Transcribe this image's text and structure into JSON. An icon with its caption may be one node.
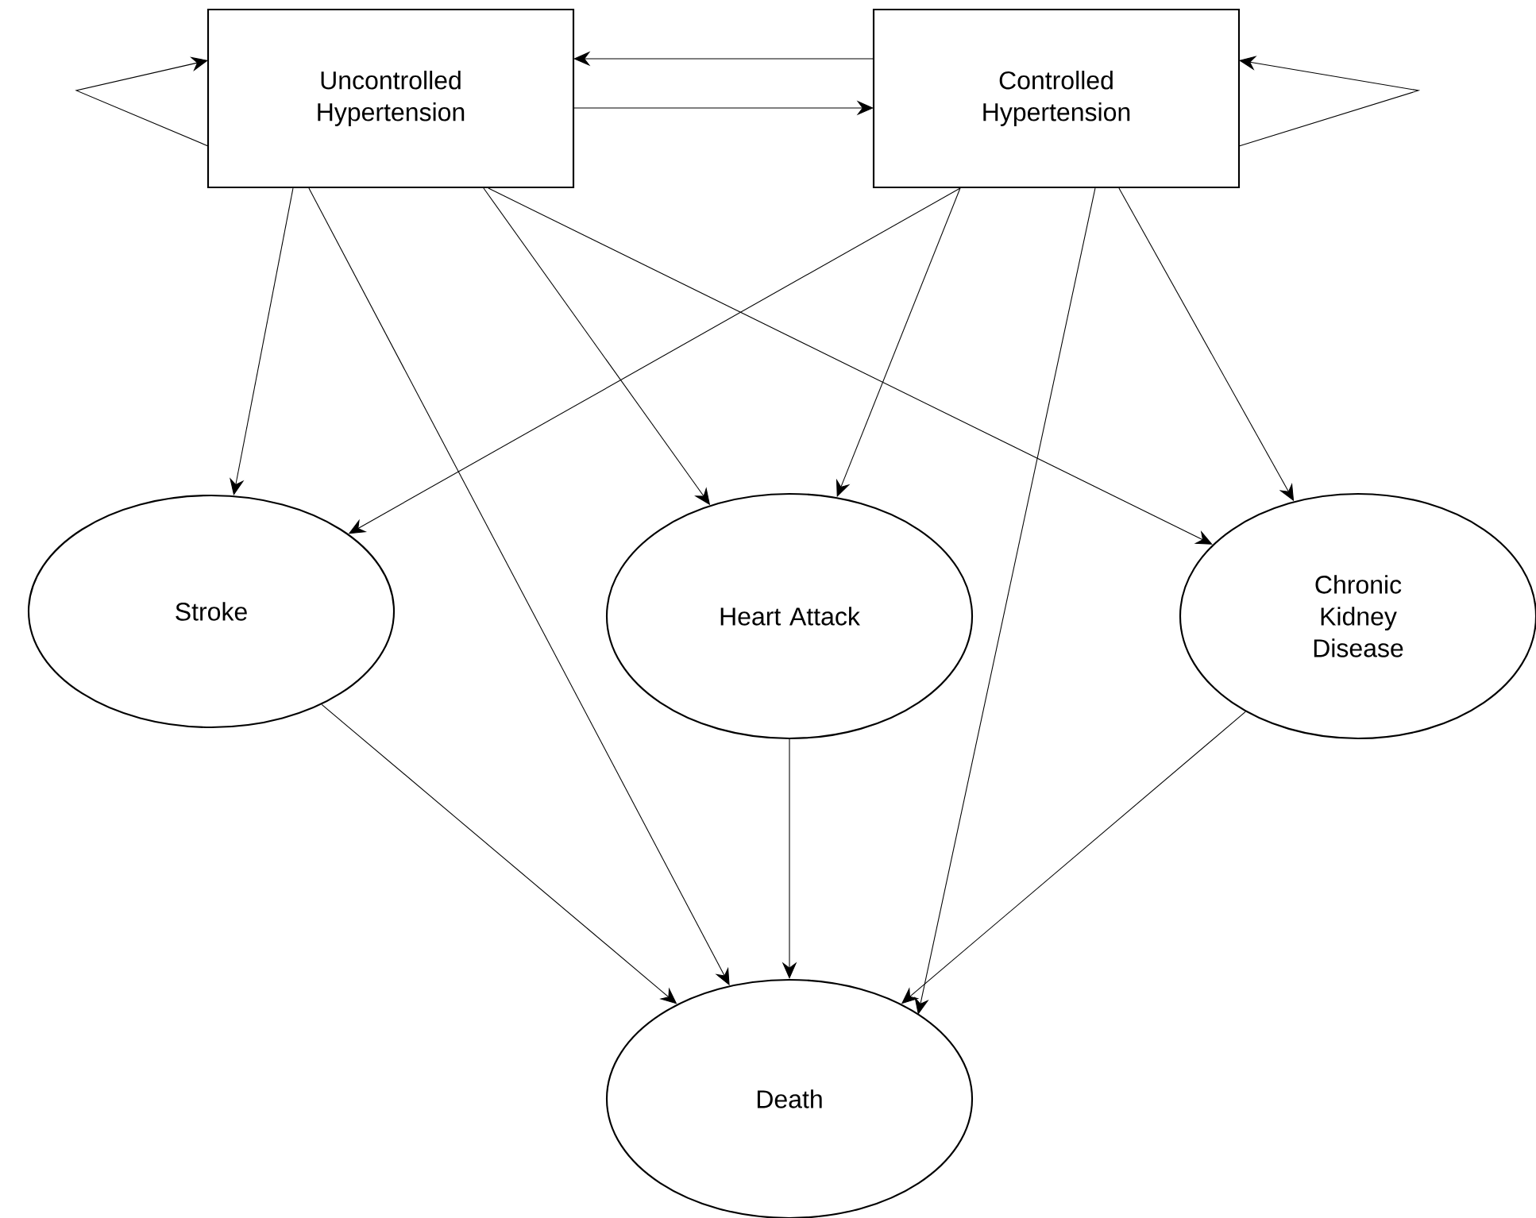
{
  "diagram": {
    "nodes": [
      {
        "text": [
          "Uncontrolled Hypertension"
        ]
      },
      {
        "text": [
          "Controlled Hypertension"
        ]
      },
      {
        "text": [
          "Stroke"
        ]
      },
      {
        "text": [
          "Heart Attack"
        ]
      },
      {
        "text": [
          "Chronic Kidney Disease"
        ]
      },
      {
        "text": [
          "Death"
        ]
      }
    ],
    "edges": [
      {
        "from": 0,
        "to": 0,
        "arrow": "to"
      },
      {
        "from": 1,
        "to": 1,
        "arrow": "to"
      },
      {
        "from": 0,
        "to": 1,
        "arrow": "to"
      },
      {
        "from": 1,
        "to": 0,
        "arrow": "to"
      },
      {
        "from": 0,
        "to": 2,
        "arrow": "to"
      },
      {
        "from": 0,
        "to": 5,
        "arrow": "to"
      },
      {
        "from": 0,
        "to": 3,
        "arrow": "to"
      },
      {
        "from": 0,
        "to": 4,
        "arrow": "to"
      },
      {
        "from": 1,
        "to": 2,
        "arrow": "to"
      },
      {
        "from": 1,
        "to": 3,
        "arrow": "to"
      },
      {
        "from": 1,
        "to": 5,
        "arrow": "to"
      },
      {
        "from": 1,
        "to": 4,
        "arrow": "to"
      },
      {
        "from": 2,
        "to": 5,
        "arrow": "to"
      },
      {
        "from": 3,
        "to": 5,
        "arrow": "to"
      },
      {
        "from": 4,
        "to": 5,
        "arrow": "to"
      }
    ]
  }
}
